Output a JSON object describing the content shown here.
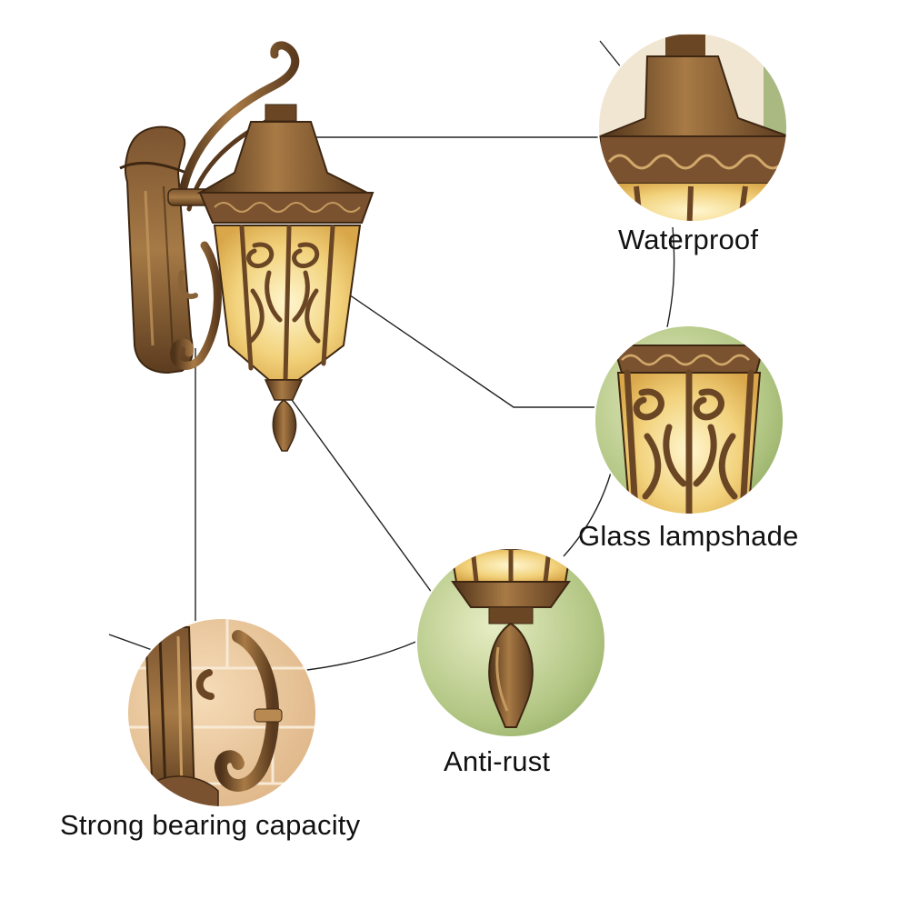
{
  "callouts": {
    "waterproof": "Waterproof",
    "glass_lampshade": "Glass lampshade",
    "anti_rust": "Anti-rust",
    "strong_bearing": "Strong bearing capacity"
  },
  "colors": {
    "background": "#ffffff",
    "bronze_dark": "#5a3a1e",
    "bronze": "#8a6238",
    "bronze_light": "#b88a52",
    "glass_glow": "#f3d98a",
    "foliage": "#9cb468",
    "wall_tile": "#e9c9a0",
    "leader_line": "#222222"
  },
  "icons": {
    "main_product": "wall-lantern-picture",
    "detail_top": "lantern-roof-detail",
    "detail_shade": "lantern-glass-detail",
    "detail_finial": "lantern-finial-detail",
    "detail_bracket": "wall-bracket-detail"
  }
}
